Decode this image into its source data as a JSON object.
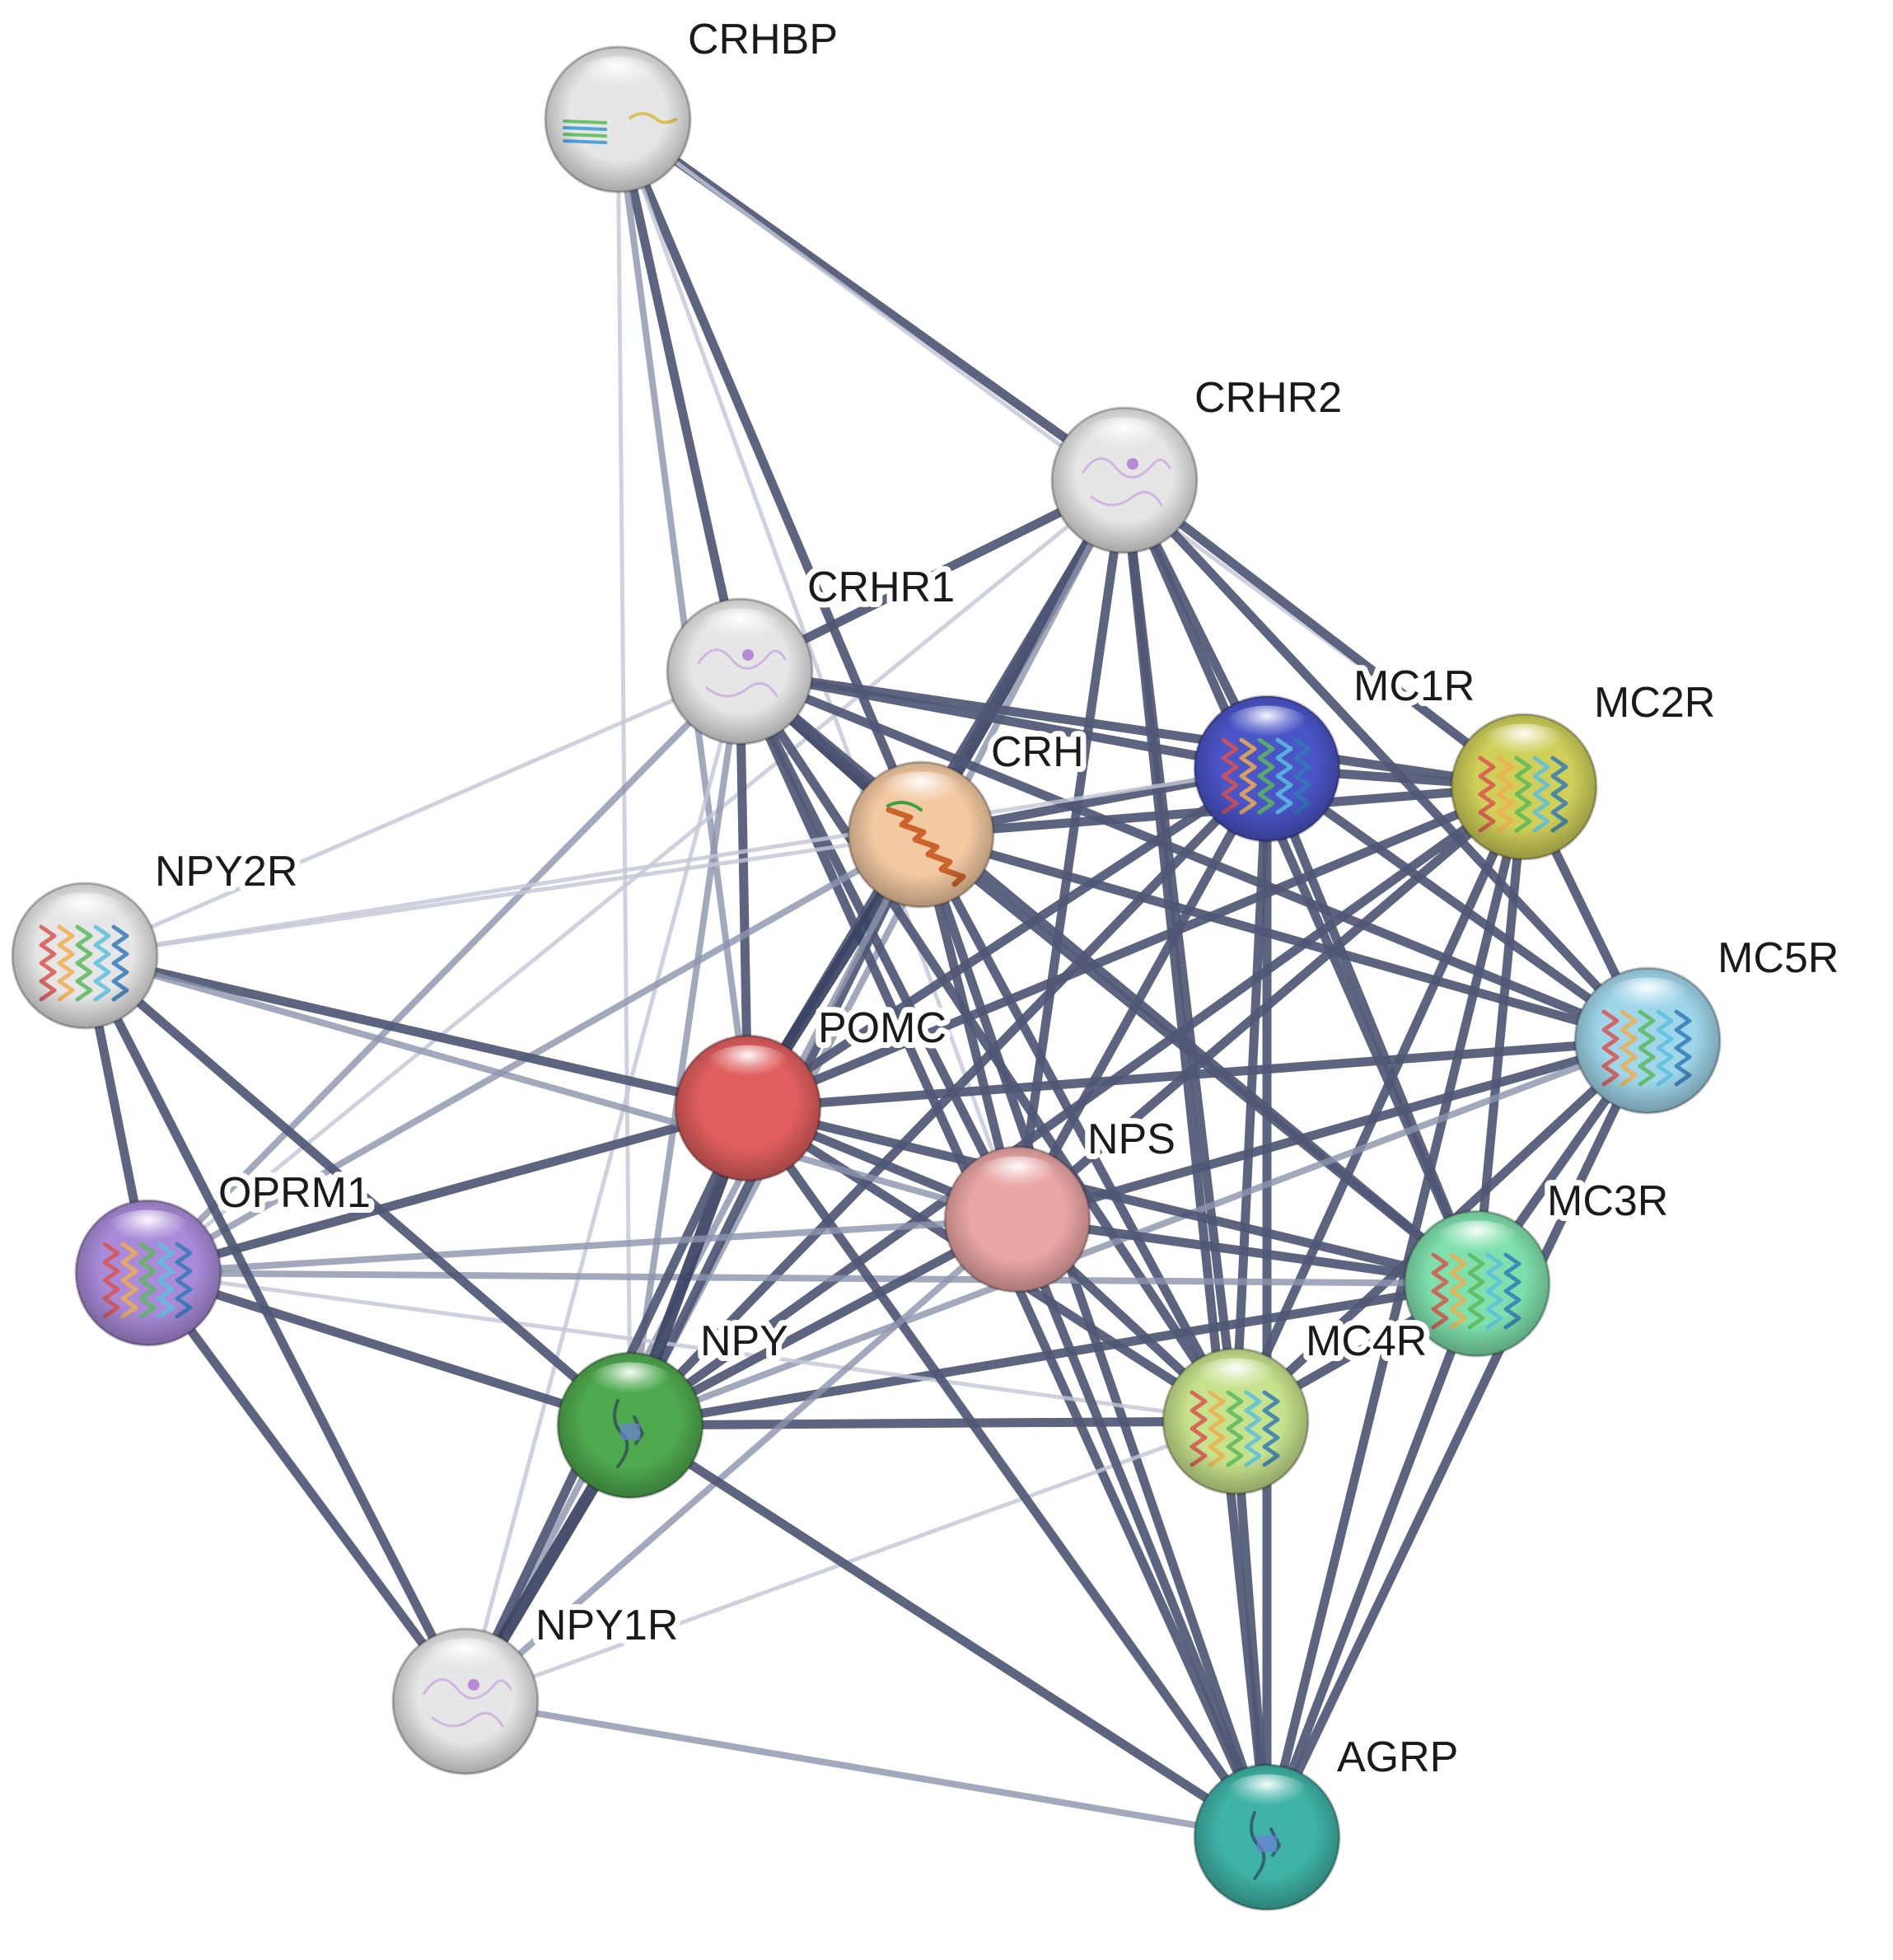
{
  "nodes": [
    {
      "id": "CRHBP",
      "label": "CRHBP",
      "color": "#e6e6e6",
      "structure": "beta-sheet-icon"
    },
    {
      "id": "CRHR2",
      "label": "CRHR2",
      "color": "#e6e6e6",
      "structure": "faint-structure-icon"
    },
    {
      "id": "CRHR1",
      "label": "CRHR1",
      "color": "#e6e6e6",
      "structure": "faint-structure-icon"
    },
    {
      "id": "CRH",
      "label": "CRH",
      "color": "#f3c9a2",
      "structure": "helix-icon"
    },
    {
      "id": "MC1R",
      "label": "MC1R",
      "color": "#4a55c8",
      "structure": "helix-bundle-icon"
    },
    {
      "id": "MC2R",
      "label": "MC2R",
      "color": "#cfcf5a",
      "structure": "helix-bundle-icon"
    },
    {
      "id": "NPY2R",
      "label": "NPY2R",
      "color": "#e6e6e6",
      "structure": "helix-bundle-icon"
    },
    {
      "id": "MC5R",
      "label": "MC5R",
      "color": "#9fd6ea",
      "structure": "helix-bundle-icon"
    },
    {
      "id": "POMC",
      "label": "POMC",
      "color": "#e05e5e",
      "structure": "none"
    },
    {
      "id": "NPS",
      "label": "NPS",
      "color": "#eaa5a5",
      "structure": "none"
    },
    {
      "id": "MC3R",
      "label": "MC3R",
      "color": "#7fe0ad",
      "structure": "helix-bundle-icon"
    },
    {
      "id": "OPRM1",
      "label": "OPRM1",
      "color": "#a98bd9",
      "structure": "helix-bundle-icon"
    },
    {
      "id": "NPY",
      "label": "NPY",
      "color": "#4faa4f",
      "structure": "small-peptide-icon"
    },
    {
      "id": "MC4R",
      "label": "MC4R",
      "color": "#c7e28c",
      "structure": "helix-bundle-icon"
    },
    {
      "id": "NPY1R",
      "label": "NPY1R",
      "color": "#e6e6e6",
      "structure": "faint-structure-icon"
    },
    {
      "id": "AGRP",
      "label": "AGRP",
      "color": "#3fb3a6",
      "structure": "small-peptide-icon"
    }
  ],
  "edges": [
    [
      "CRHBP",
      "CRHR2",
      3
    ],
    [
      "CRHBP",
      "CRHR1",
      3
    ],
    [
      "CRHBP",
      "CRH",
      3
    ],
    [
      "CRHBP",
      "POMC",
      2
    ],
    [
      "CRHBP",
      "NPY",
      1
    ],
    [
      "CRHBP",
      "NPS",
      1
    ],
    [
      "CRHBP",
      "MC2R",
      1
    ],
    [
      "CRHR2",
      "CRHR1",
      3
    ],
    [
      "CRHR2",
      "CRH",
      4
    ],
    [
      "CRHR2",
      "MC1R",
      3
    ],
    [
      "CRHR2",
      "MC2R",
      3
    ],
    [
      "CRHR2",
      "MC5R",
      3
    ],
    [
      "CRHR2",
      "MC3R",
      3
    ],
    [
      "CRHR2",
      "MC4R",
      3
    ],
    [
      "CRHR2",
      "POMC",
      3
    ],
    [
      "CRHR2",
      "NPS",
      3
    ],
    [
      "CRHR2",
      "AGRP",
      3
    ],
    [
      "CRHR2",
      "NPY",
      2
    ],
    [
      "CRHR2",
      "OPRM1",
      1
    ],
    [
      "CRHR1",
      "CRH",
      4
    ],
    [
      "CRHR1",
      "POMC",
      3
    ],
    [
      "CRHR1",
      "NPS",
      3
    ],
    [
      "CRHR1",
      "MC1R",
      3
    ],
    [
      "CRHR1",
      "MC2R",
      3
    ],
    [
      "CRHR1",
      "MC5R",
      3
    ],
    [
      "CRHR1",
      "MC3R",
      3
    ],
    [
      "CRHR1",
      "MC4R",
      3
    ],
    [
      "CRHR1",
      "AGRP",
      3
    ],
    [
      "CRHR1",
      "NPY",
      2
    ],
    [
      "CRHR1",
      "NPY2R",
      1
    ],
    [
      "CRHR1",
      "OPRM1",
      2
    ],
    [
      "CRHR1",
      "NPY1R",
      1
    ],
    [
      "CRH",
      "POMC",
      4
    ],
    [
      "CRH",
      "NPY",
      3
    ],
    [
      "CRH",
      "NPS",
      3
    ],
    [
      "CRH",
      "MC1R",
      3
    ],
    [
      "CRH",
      "MC2R",
      3
    ],
    [
      "CRH",
      "MC5R",
      3
    ],
    [
      "CRH",
      "MC3R",
      3
    ],
    [
      "CRH",
      "MC4R",
      3
    ],
    [
      "CRH",
      "AGRP",
      3
    ],
    [
      "CRH",
      "OPRM1",
      2
    ],
    [
      "CRH",
      "NPY2R",
      1
    ],
    [
      "CRH",
      "NPY1R",
      2
    ],
    [
      "MC1R",
      "MC2R",
      3
    ],
    [
      "MC1R",
      "MC5R",
      3
    ],
    [
      "MC1R",
      "MC3R",
      3
    ],
    [
      "MC1R",
      "MC4R",
      3
    ],
    [
      "MC1R",
      "POMC",
      3
    ],
    [
      "MC1R",
      "NPS",
      3
    ],
    [
      "MC1R",
      "AGRP",
      3
    ],
    [
      "MC1R",
      "NPY",
      3
    ],
    [
      "MC2R",
      "MC5R",
      3
    ],
    [
      "MC2R",
      "MC3R",
      3
    ],
    [
      "MC2R",
      "MC4R",
      3
    ],
    [
      "MC2R",
      "POMC",
      3
    ],
    [
      "MC2R",
      "NPS",
      3
    ],
    [
      "MC2R",
      "AGRP",
      3
    ],
    [
      "MC2R",
      "NPY",
      3
    ],
    [
      "MC5R",
      "MC3R",
      3
    ],
    [
      "MC5R",
      "MC4R",
      3
    ],
    [
      "MC5R",
      "POMC",
      3
    ],
    [
      "MC5R",
      "NPS",
      3
    ],
    [
      "MC5R",
      "AGRP",
      3
    ],
    [
      "MC5R",
      "NPY",
      2
    ],
    [
      "MC3R",
      "MC4R",
      3
    ],
    [
      "MC3R",
      "POMC",
      3
    ],
    [
      "MC3R",
      "NPS",
      3
    ],
    [
      "MC3R",
      "AGRP",
      3
    ],
    [
      "MC3R",
      "NPY",
      3
    ],
    [
      "MC3R",
      "OPRM1",
      2
    ],
    [
      "MC4R",
      "POMC",
      3
    ],
    [
      "MC4R",
      "NPS",
      3
    ],
    [
      "MC4R",
      "AGRP",
      3
    ],
    [
      "MC4R",
      "NPY",
      3
    ],
    [
      "MC4R",
      "NPY1R",
      1
    ],
    [
      "MC4R",
      "OPRM1",
      1
    ],
    [
      "POMC",
      "NPS",
      3
    ],
    [
      "POMC",
      "NPY",
      4
    ],
    [
      "POMC",
      "AGRP",
      3
    ],
    [
      "POMC",
      "OPRM1",
      3
    ],
    [
      "POMC",
      "NPY2R",
      3
    ],
    [
      "POMC",
      "NPY1R",
      3
    ],
    [
      "NPS",
      "NPY",
      3
    ],
    [
      "NPS",
      "AGRP",
      3
    ],
    [
      "NPS",
      "OPRM1",
      2
    ],
    [
      "NPS",
      "NPY2R",
      2
    ],
    [
      "NPS",
      "NPY1R",
      2
    ],
    [
      "NPY2R",
      "NPY",
      3
    ],
    [
      "NPY2R",
      "NPY1R",
      3
    ],
    [
      "NPY2R",
      "OPRM1",
      3
    ],
    [
      "NPY2R",
      "MC1R",
      1
    ],
    [
      "OPRM1",
      "NPY",
      3
    ],
    [
      "OPRM1",
      "NPY1R",
      3
    ],
    [
      "NPY",
      "NPY1R",
      4
    ],
    [
      "NPY",
      "AGRP",
      3
    ],
    [
      "NPY1R",
      "AGRP",
      2
    ]
  ]
}
